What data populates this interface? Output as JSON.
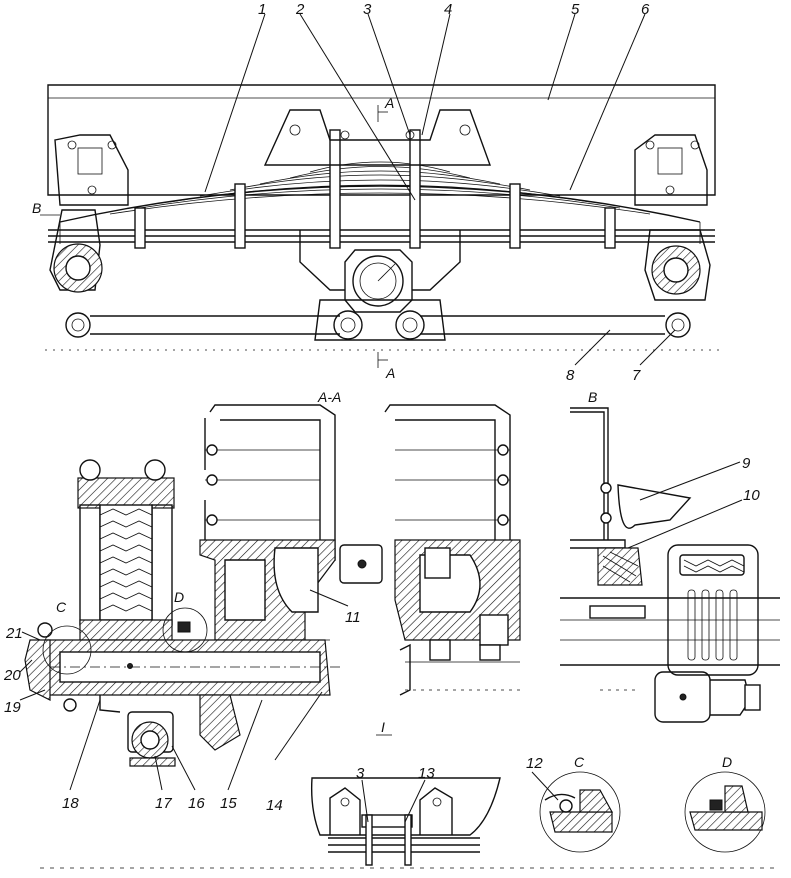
{
  "callouts": [
    "1",
    "2",
    "3",
    "4",
    "5",
    "6",
    "7",
    "8",
    "9",
    "10",
    "11",
    "12",
    "13",
    "14",
    "15",
    "16",
    "17",
    "18",
    "19",
    "20",
    "21"
  ],
  "section_labels": {
    "a_top": "A",
    "a_bottom": "A",
    "b_side": "B",
    "aa_title": "A-A",
    "b_title": "B",
    "c_mark": "C",
    "d_mark": "D",
    "c_detail": "C",
    "d_detail": "D",
    "view_one": "I"
  },
  "detail_callouts": {
    "view_one_3": "3",
    "view_one_13": "13",
    "detail_c_12": "12"
  }
}
